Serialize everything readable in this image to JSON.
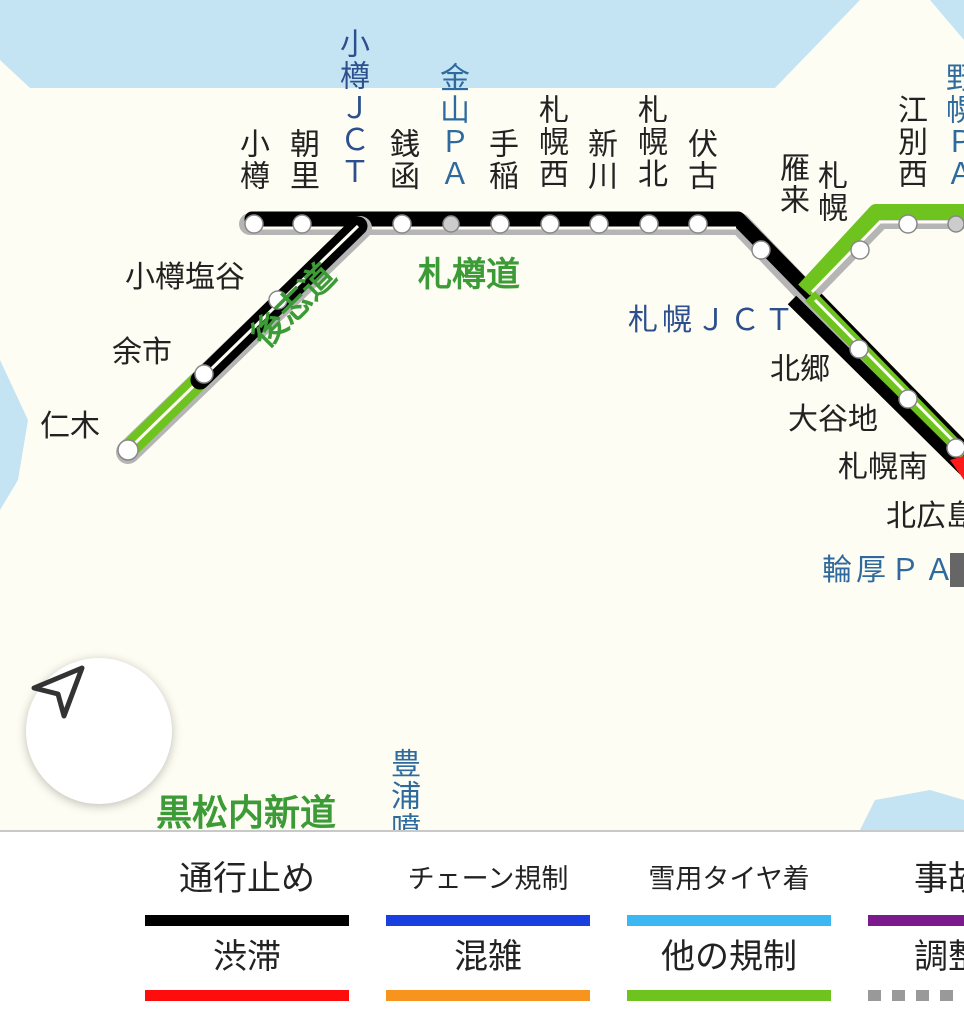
{
  "map": {
    "colors": {
      "water": "#c4e4f4",
      "land": "#fdfdf3",
      "closure": "#000000",
      "other_regulation": "#6ec31f",
      "casing": "#b5b5b5",
      "congestion_marker": "#ff1a1a"
    },
    "routes": [
      {
        "name": "札樽道",
        "status": "通行止め"
      },
      {
        "name": "後志道",
        "status": "通行止め / 他の規制"
      }
    ],
    "stations": [
      {
        "id": "otaru",
        "label": "小樽"
      },
      {
        "id": "asari",
        "label": "朝里"
      },
      {
        "id": "otaru-jct",
        "label": "小樽ＪＣＴ"
      },
      {
        "id": "zenibako",
        "label": "銭函"
      },
      {
        "id": "kinzan-pa",
        "label": "金山ＰＡ"
      },
      {
        "id": "teine",
        "label": "手稲"
      },
      {
        "id": "sapporo-nishi",
        "label": "札幌西"
      },
      {
        "id": "shinkawa",
        "label": "新川"
      },
      {
        "id": "sapporo-kita",
        "label": "札幌北"
      },
      {
        "id": "fushiko",
        "label": "伏古"
      },
      {
        "id": "karikiri",
        "label": "雁来"
      },
      {
        "id": "sapporo",
        "label": "札幌"
      },
      {
        "id": "ebetsu-nishi",
        "label": "江別西"
      },
      {
        "id": "nopporo-pa",
        "label": "野幌ＰＡ"
      },
      {
        "id": "otaru-shioya",
        "label": "小樽塩谷"
      },
      {
        "id": "yoichi",
        "label": "余市"
      },
      {
        "id": "niki",
        "label": "仁木"
      },
      {
        "id": "sapporo-jct",
        "label": "札幌ＪＣＴ"
      },
      {
        "id": "kitago",
        "label": "北郷"
      },
      {
        "id": "oyachi",
        "label": "大谷地"
      },
      {
        "id": "sapporo-minami",
        "label": "札幌南"
      },
      {
        "id": "kitahiroshima",
        "label": "北広島"
      },
      {
        "id": "wattsu-pa",
        "label": "輪厚ＰＡ"
      },
      {
        "id": "toyoura",
        "label": "豊浦噴"
      },
      {
        "id": "kuromatsunai",
        "label": "黒松内新道"
      }
    ],
    "road_labels": {
      "sassondo": "札樽道",
      "shiribeshido": "後志道",
      "kuromatsunai": "黒松内新道"
    },
    "locate_icon": "navigation-arrow-icon"
  },
  "legend": {
    "items": [
      {
        "label": "通行止め",
        "color": "#000000"
      },
      {
        "label": "チェーン規制",
        "color": "#1a3fe0"
      },
      {
        "label": "雪用タイヤ着",
        "color": "#3bb7f2"
      },
      {
        "label": "事故",
        "color": "#7a1a8c"
      },
      {
        "label": "渋滞",
        "color": "#ff0d0d"
      },
      {
        "label": "混雑",
        "color": "#f7941d"
      },
      {
        "label": "他の規制",
        "color": "#6ec31f"
      },
      {
        "label": "調整",
        "color": "#999999"
      }
    ]
  }
}
